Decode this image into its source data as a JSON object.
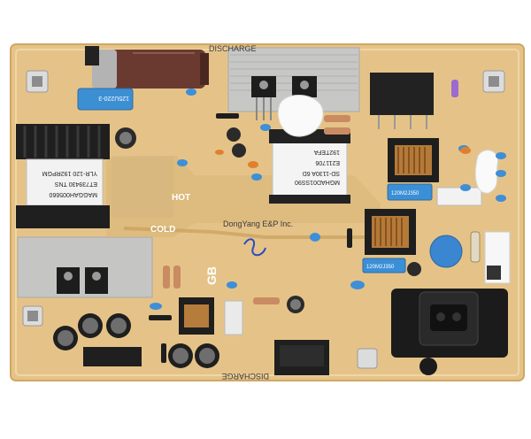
{
  "board": {
    "silkscreen_top": "DISCHARGE",
    "silkscreen_bottom": "DISCHARGE",
    "hot_label": "HOT",
    "cold_label": "COLD",
    "gb_label": "GB",
    "maker_text": "DongYang E&P Inc.",
    "transformer_left": {
      "line1": "MAGGAH005660",
      "line2": "ET739430 TNS",
      "line3": "YLR-120 192RPGM"
    },
    "transformer_center": {
      "line1": "MGHAD01SS90",
      "line2": "SD-1130A 6D",
      "line3": "E211706",
      "line4": "192TEFA"
    },
    "blue_cap_top_left": "125U220-3",
    "blue_cap_right": "120M2J350",
    "blue_cap_right2": "120M2J350"
  },
  "colors": {
    "pcb": "#e6c488",
    "pcb_edge": "#d7b070",
    "trace": "#d2ac6a",
    "silver_plane": "#c9c9c7",
    "heatsink": "#b9bcbf",
    "component_black": "#1d1d1d",
    "cap_blue": "#3b8fd6",
    "background": "#ffffff"
  }
}
